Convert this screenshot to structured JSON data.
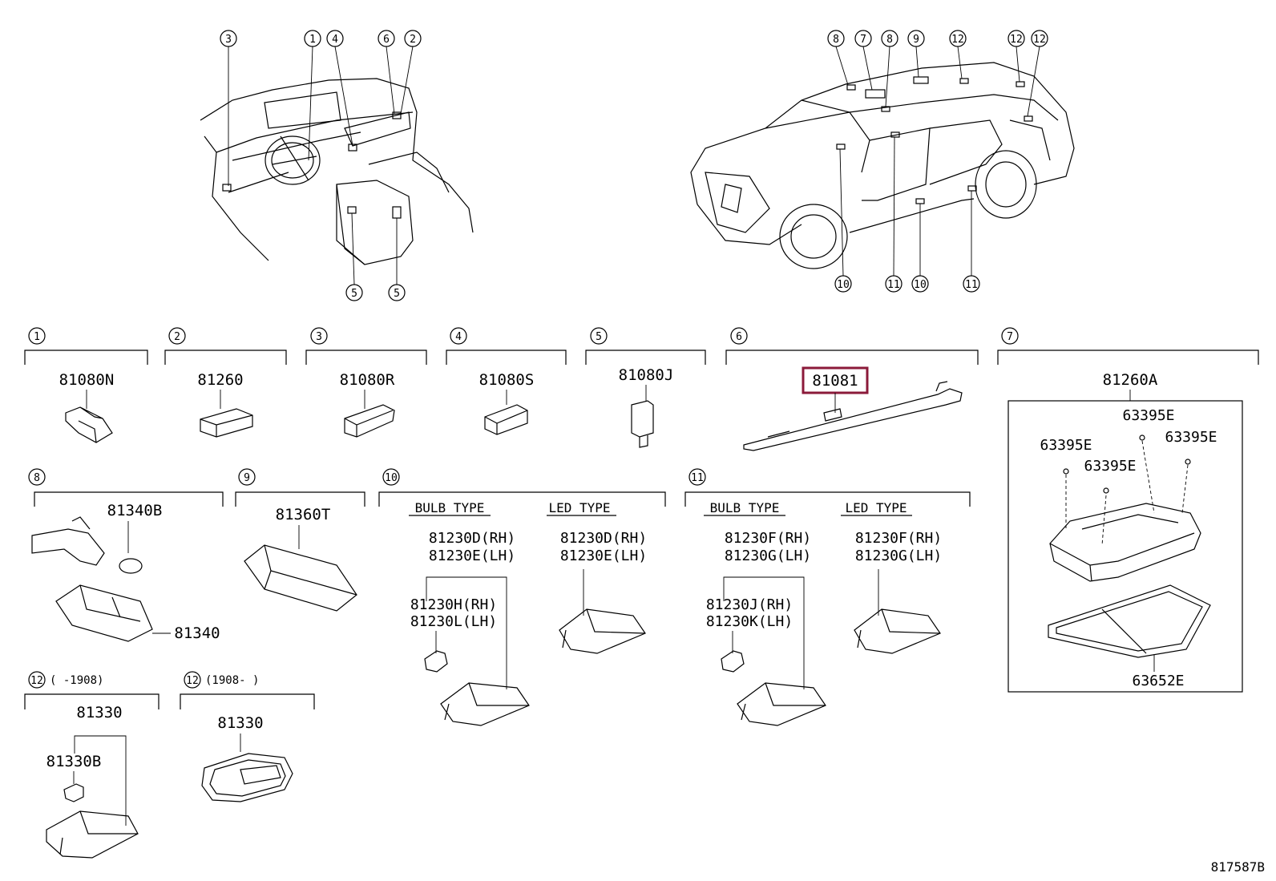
{
  "overview_interior": {
    "callouts_top": [
      "3",
      "1",
      "4",
      "6",
      "2"
    ],
    "callouts_bottom": [
      "5",
      "5"
    ]
  },
  "overview_exterior": {
    "callouts_top": [
      "8",
      "7",
      "8",
      "9",
      "12",
      "12",
      "12"
    ],
    "callouts_bottom": [
      "10",
      "11",
      "10",
      "11"
    ]
  },
  "groups": [
    {
      "num": "1",
      "part": "81080N"
    },
    {
      "num": "2",
      "part": "81260"
    },
    {
      "num": "3",
      "part": "81080R"
    },
    {
      "num": "4",
      "part": "81080S"
    },
    {
      "num": "5",
      "part": "81080J"
    },
    {
      "num": "6",
      "part": "81081",
      "highlight_color": "#8b1a3a"
    },
    {
      "num": "7",
      "part": "81260A",
      "subparts": [
        "63395E",
        "63395E",
        "63395E",
        "63395E",
        "63652E"
      ]
    },
    {
      "num": "8",
      "parts": [
        "81340B",
        "81340"
      ]
    },
    {
      "num": "9",
      "part": "81360T"
    },
    {
      "num": "10",
      "bulb_type": "BULB TYPE",
      "led_type": "LED TYPE",
      "bulb_main": [
        "81230D(RH)",
        "81230E(LH)"
      ],
      "bulb_sub": [
        "81230H(RH)",
        "81230L(LH)"
      ],
      "led_main": [
        "81230D(RH)",
        "81230E(LH)"
      ]
    },
    {
      "num": "11",
      "bulb_type": "BULB TYPE",
      "led_type": "LED TYPE",
      "bulb_main": [
        "81230F(RH)",
        "81230G(LH)"
      ],
      "bulb_sub": [
        "81230J(RH)",
        "81230K(LH)"
      ],
      "led_main": [
        "81230F(RH)",
        "81230G(LH)"
      ]
    },
    {
      "num": "12",
      "range": "(   -1908)",
      "parts": [
        "81330",
        "81330B"
      ]
    },
    {
      "num": "12",
      "range": "(1908-   )",
      "part": "81330"
    }
  ],
  "diagram_code": "817587B"
}
